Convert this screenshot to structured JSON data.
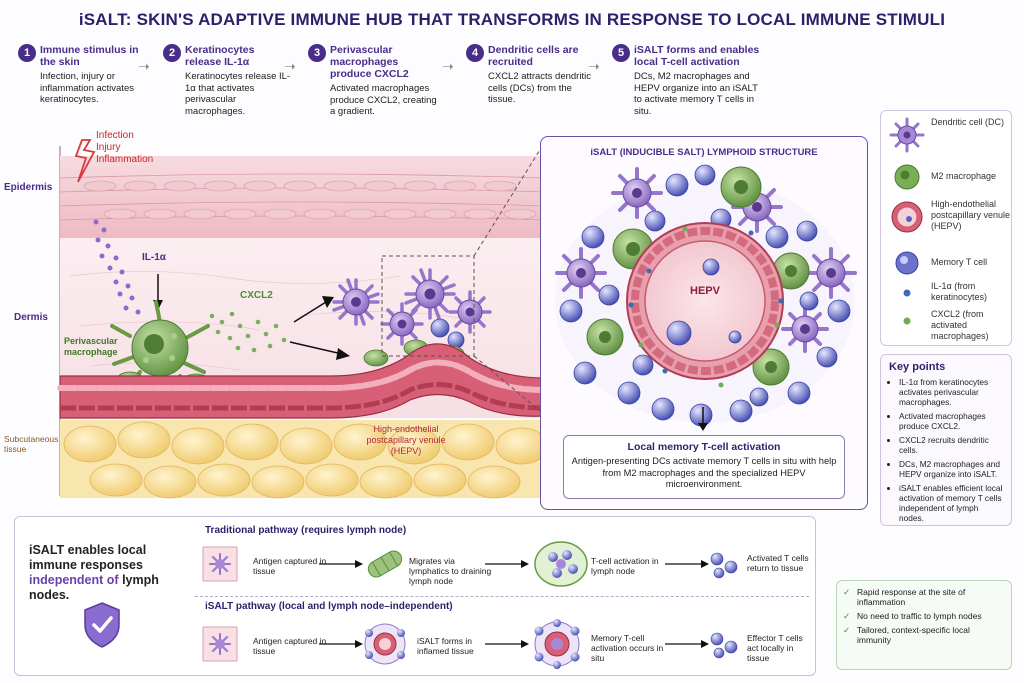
{
  "title": "iSALT: SKIN'S ADAPTIVE IMMUNE HUB THAT TRANSFORMS IN RESPONSE TO LOCAL IMMUNE STIMULI",
  "steps": [
    {
      "num": "1",
      "title": "Immune stimulus in the skin",
      "desc": "Infection, injury or inflammation activates keratinocytes."
    },
    {
      "num": "2",
      "title": "Keratinocytes release IL-1α",
      "desc": "Keratinocytes release IL-1α that activates perivascular macrophages."
    },
    {
      "num": "3",
      "title": "Perivascular macrophages produce CXCL2",
      "desc": "Activated macrophages produce CXCL2, creating a gradient."
    },
    {
      "num": "4",
      "title": "Dendritic cells are recruited",
      "desc": "CXCL2 attracts dendritic cells (DCs) from the tissue."
    },
    {
      "num": "5",
      "title": "iSALT forms and enables local T-cell activation",
      "desc": "DCs, M2 macrophages and HEPV organize into an iSALT to activate memory T cells in situ."
    }
  ],
  "tissue": {
    "epidermis": "Epidermis",
    "dermis": "Dermis",
    "subcutaneous": "Subcutaneous tissue",
    "stimulus": [
      "Infection",
      "Injury",
      "Inflammation"
    ],
    "il1a": "IL-1α",
    "cxcl2": "CXCL2",
    "macrophage": "Perivascular macrophage",
    "hepv": "High-endothelial postcapillary venule (HEPV)"
  },
  "isalt": {
    "title": "iSALT (INDUCIBLE SALT) LYMPHOID STRUCTURE",
    "hepv": "HEPV",
    "activation_title": "Local memory T-cell activation",
    "activation_desc": "Antigen-presenting DCs activate memory T cells in situ with help from M2 macrophages and the specialized HEPV microenvironment."
  },
  "legend": [
    {
      "icon": "dendritic-cell-icon",
      "label": "Dendritic cell (DC)"
    },
    {
      "icon": "m2-macrophage-icon",
      "label": "M2 macrophage"
    },
    {
      "icon": "hepv-icon",
      "label": "High-endothelial postcapillary venule (HEPV)"
    },
    {
      "icon": "memory-t-cell-icon",
      "label": "Memory T cell"
    },
    {
      "icon": "il1a-icon",
      "label": "IL-1α (from keratinocytes)"
    },
    {
      "icon": "cxcl2-icon",
      "label": "CXCL2 (from activated macrophages)"
    }
  ],
  "key_points": {
    "title": "Key points",
    "items": [
      "IL-1α from keratinocytes activates perivascular macrophages.",
      "Activated macrophages produce CXCL2.",
      "CXCL2 recruits dendritic cells.",
      "DCs, M2 macrophages and HEPV organize into iSALT.",
      "iSALT enables efficient local activation of memory T cells independent of lymph nodes."
    ]
  },
  "bottom": {
    "headline_a": "iSALT enables local immune responses",
    "headline_b": "independent of",
    "headline_c": "lymph nodes.",
    "traditional_title": "Traditional pathway (requires lymph node)",
    "traditional_steps": [
      "Antigen captured in tissue",
      "Migrates via lymphatics to draining lymph node",
      "T-cell activation in lymph node",
      "Activated T cells return to tissue"
    ],
    "isalt_title": "iSALT pathway (local and lymph node–independent)",
    "isalt_steps": [
      "Antigen captured in tissue",
      "iSALT forms in inflamed tissue",
      "Memory T-cell activation occurs in situ",
      "Effector T cells act locally in tissue"
    ]
  },
  "benefits": [
    "Rapid response at the site of inflammation",
    "No need to traffic to lymph nodes",
    "Tailored, context-specific local immunity"
  ],
  "colors": {
    "accent": "#4a2c8a",
    "dc": "#8e6cc4",
    "macrophage": "#6fa34d",
    "tcell": "#4e58b8",
    "vessel": "#c4475a",
    "fat": "#f2d47e"
  }
}
